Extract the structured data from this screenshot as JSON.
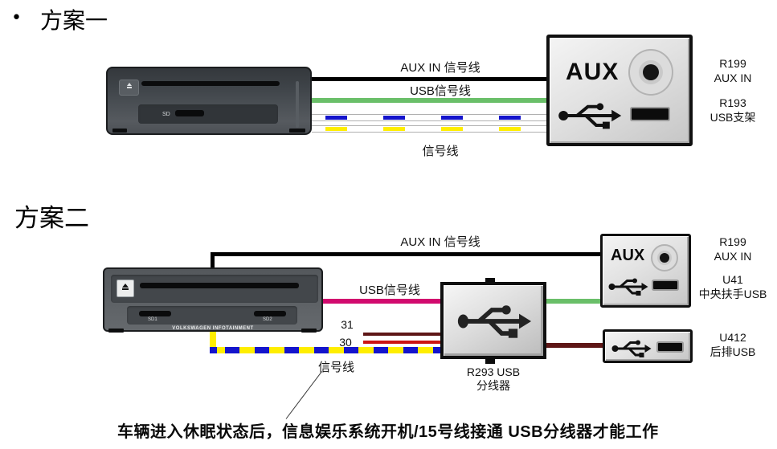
{
  "scheme1": {
    "bullet": "•",
    "title": "方案一",
    "device": {
      "sd_label": "SD"
    },
    "wire_labels": {
      "aux": "AUX IN 信号线",
      "usb": "USB信号线",
      "signal": "信号线"
    },
    "panel": {
      "aux_label": "AUX"
    },
    "side_labels": [
      {
        "line1": "R199",
        "line2": "AUX IN"
      },
      {
        "line1": "R193",
        "line2": "USB支架"
      }
    ]
  },
  "scheme2": {
    "title": "方案二",
    "device": {
      "sd1_label": "SD1",
      "sd2_label": "SD2",
      "brand": "VOLKSWAGEN INFOTAINMENT"
    },
    "wire_labels": {
      "aux": "AUX IN 信号线",
      "usb": "USB信号线",
      "signal": "信号线",
      "pin31": "31",
      "pin30": "30"
    },
    "hub_label": {
      "line1": "R293 USB",
      "line2": "分线器"
    },
    "panel": {
      "aux_label": "AUX"
    },
    "side_labels": [
      {
        "line1": "R199",
        "line2": "AUX IN"
      },
      {
        "line1": "U41",
        "line2": "中央扶手USB"
      },
      {
        "line1": "U412",
        "line2": "后排USB"
      }
    ]
  },
  "footnote": "车辆进入休眠状态后，信息娱乐系统开机/15号线接通 USB分线器才能工作",
  "colors": {
    "wire_black": "#000000",
    "wire_green": "#6abf69",
    "wire_magenta": "#d10a6e",
    "wire_blue_dash": "#1414cc",
    "wire_yellow": "#ffee00",
    "wire_dark_red": "#5e1616",
    "wire_red": "#cc1414",
    "panel_face": "#e2e2e2",
    "unit_body": "#4a4f54"
  },
  "icons": {
    "usb_icon": "usb-trident",
    "aux_jack_icon": "3.5mm-jack",
    "eject_icon": "eject-triangle"
  }
}
